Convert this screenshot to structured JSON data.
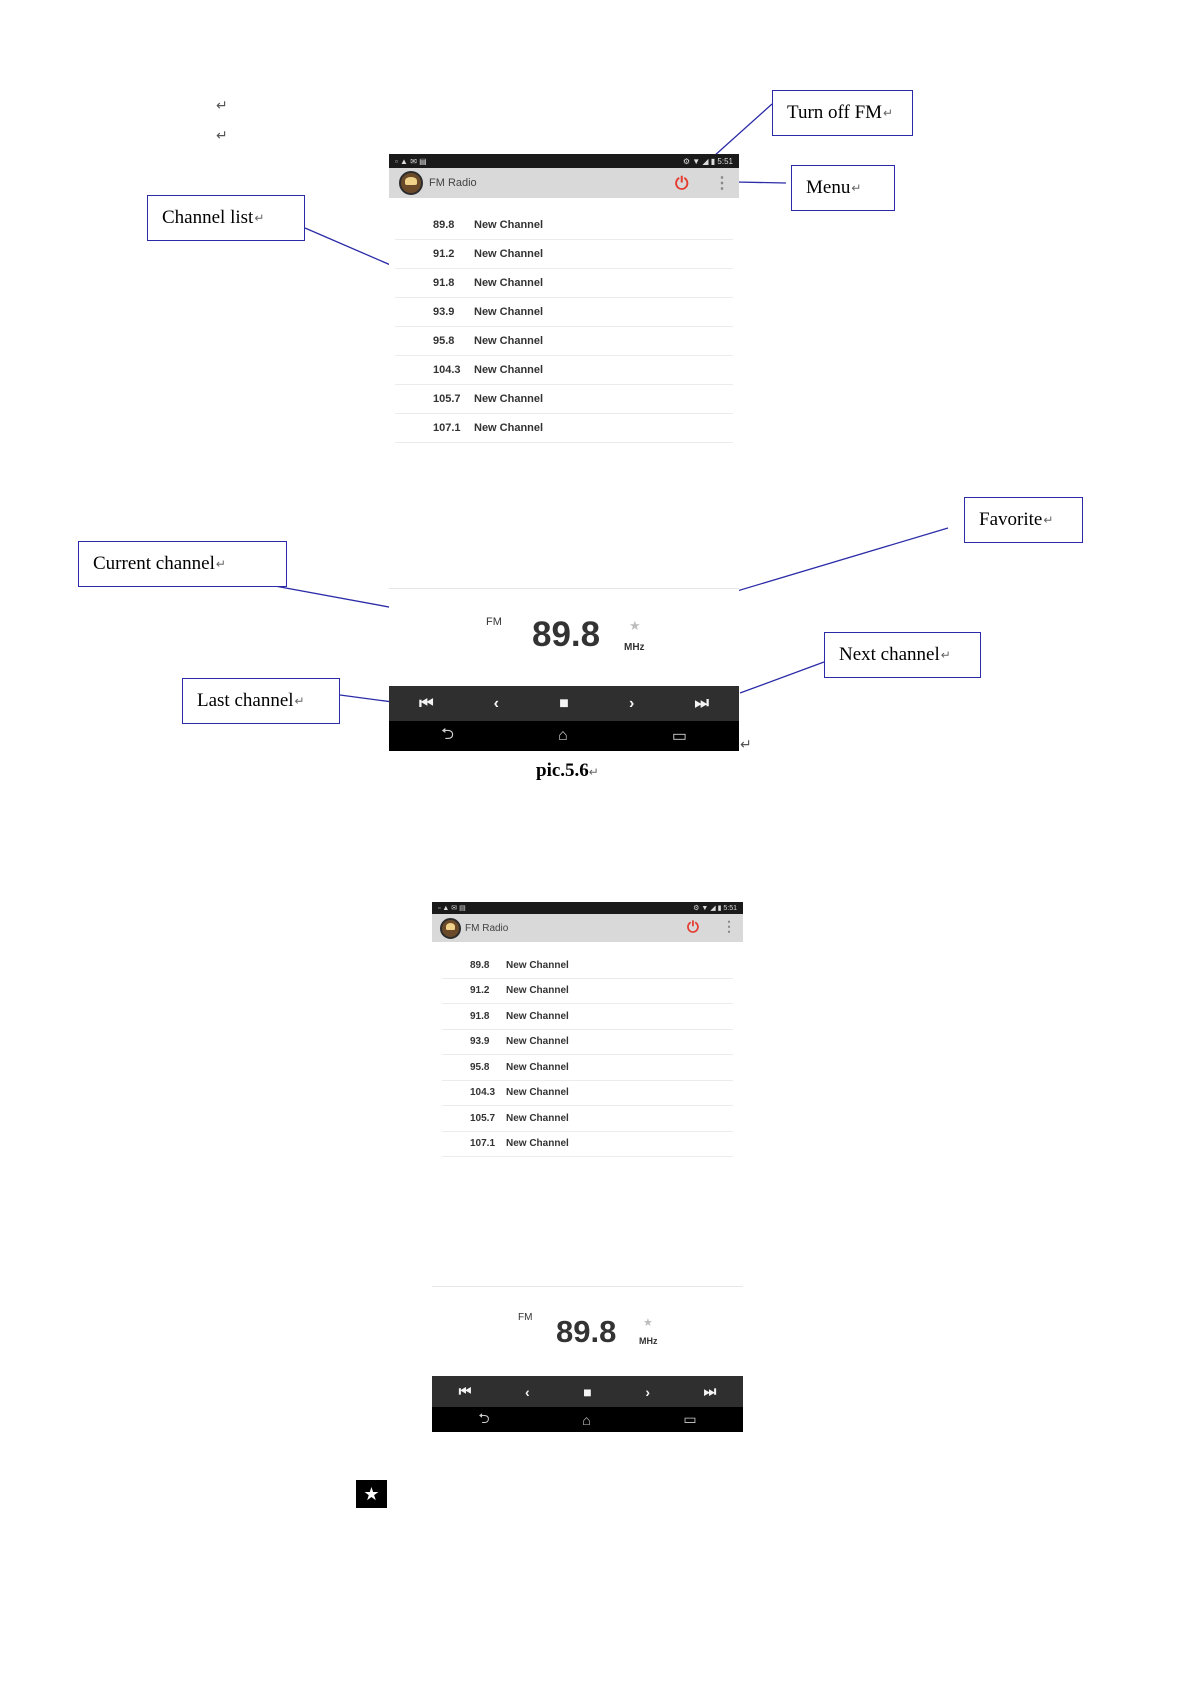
{
  "callouts": {
    "turn_off_fm": "Turn off FM",
    "menu": "Menu",
    "channel_list": "Channel list",
    "favorite": "Favorite",
    "current_channel": "Current channel",
    "next_channel": "Next channel",
    "last_channel": "Last channel",
    "return_mark": "↵"
  },
  "caption": "pic.5.6",
  "screen": {
    "status_left": "▫ ▲ ✉ ▤",
    "status_right": "⚙ ▼ ◢ ▮ 5:51",
    "app_title": "FM Radio",
    "power_icon": "⏻",
    "menu_icon": "⋮",
    "channels": [
      {
        "freq": "89.8",
        "name": "New Channel"
      },
      {
        "freq": "91.2",
        "name": "New Channel"
      },
      {
        "freq": "91.8",
        "name": "New Channel"
      },
      {
        "freq": "93.9",
        "name": "New Channel"
      },
      {
        "freq": "95.8",
        "name": "New Channel"
      },
      {
        "freq": "104.3",
        "name": "New Channel"
      },
      {
        "freq": "105.7",
        "name": "New Channel"
      },
      {
        "freq": "107.1",
        "name": "New Channel"
      }
    ],
    "band": "FM",
    "current_freq": "89.8",
    "unit": "MHz",
    "star_icon": "★",
    "controls": [
      "⏮",
      "‹",
      "■",
      "›",
      "⏭"
    ],
    "nav": [
      "⮌",
      "⌂",
      "▭"
    ]
  },
  "favorite_icon": "★",
  "colors": {
    "callout_border": "#2b2ba8",
    "power": "#e43d30"
  }
}
